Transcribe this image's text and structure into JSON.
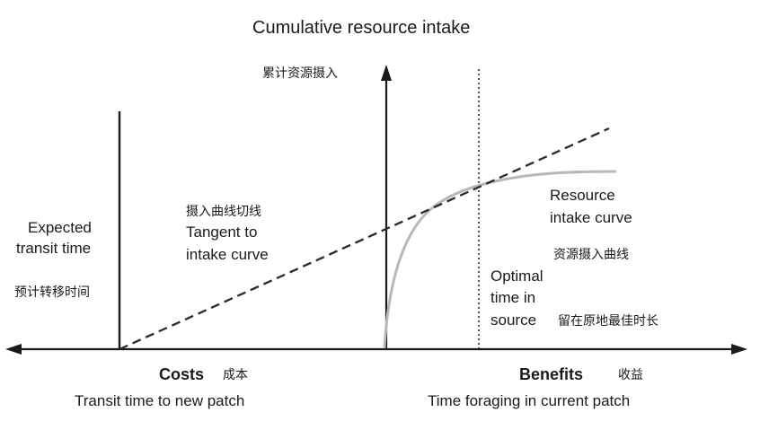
{
  "chart_data": {
    "type": "diagram",
    "title": "Cumulative resource intake",
    "title_zh": "累计资源摄入",
    "labels": {
      "expected_transit_time": [
        "Expected",
        "transit time"
      ],
      "expected_transit_time_zh": "预计转移时间",
      "tangent": [
        "Tangent to",
        "intake curve"
      ],
      "tangent_zh": "摄入曲线切线",
      "resource_curve": [
        "Resource",
        "intake curve"
      ],
      "resource_curve_zh": "资源摄入曲线",
      "optimal": [
        "Optimal",
        "time in",
        "source"
      ],
      "optimal_zh": "留在原地最佳时长",
      "costs": "Costs",
      "costs_zh": "成本",
      "costs_sub": "Transit time to new patch",
      "benefits": "Benefits",
      "benefits_zh": "收益",
      "benefits_sub": "Time foraging in current patch"
    },
    "colors": {
      "axis": "#1a1a1a",
      "curve": "#b8b8b8",
      "tangent": "#2a2a2a"
    }
  }
}
